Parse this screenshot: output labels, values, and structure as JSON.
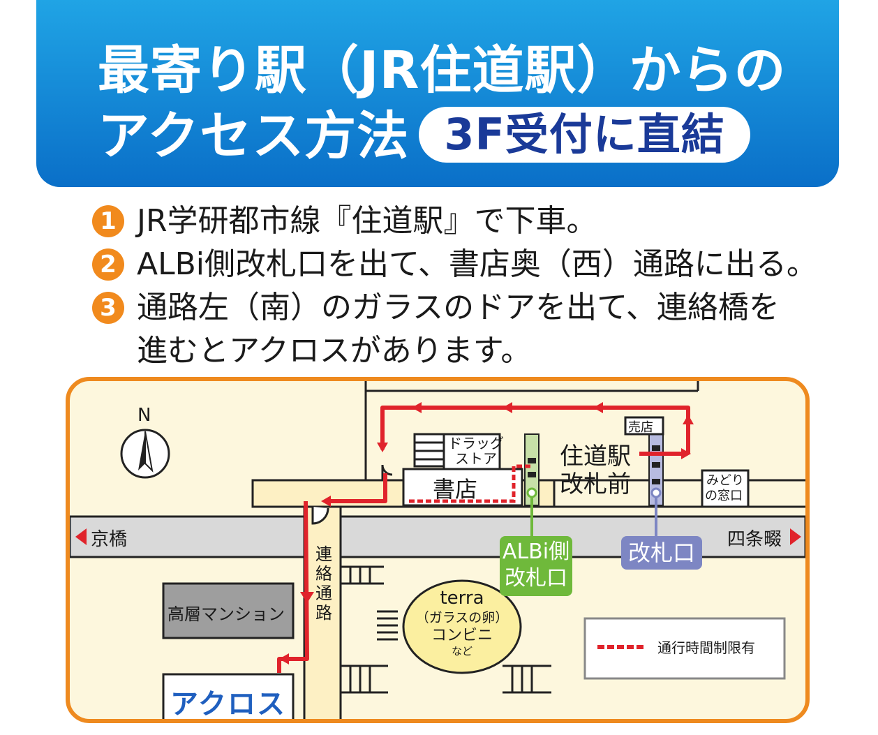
{
  "header": {
    "title_line1": "最寄り駅（JR住道駅）からの",
    "title_line2": "アクセス方法",
    "badge": "3F受付に直結"
  },
  "steps": [
    {
      "num": "1",
      "text": "JR学研都市線『住道駅』で下車。"
    },
    {
      "num": "2",
      "text": "ALBi側改札口を出て、書店奥（西）通路に出る。"
    },
    {
      "num": "3",
      "text": "通路左（南）のガラスのドアを出て、連絡橋を進むとアクロスがあります。"
    }
  ],
  "map": {
    "compass": "N",
    "drugstore_line1": "ドラッグ",
    "drugstore_line2": "ストア",
    "kiosk": "売店",
    "bookstore": "書店",
    "station_line1": "住道駅",
    "station_line2": "改札前",
    "midori_line1": "みどり",
    "midori_line2": "の窓口",
    "left_direction": "京橋",
    "right_direction": "四条畷",
    "albi_gate_line1": "ALBi側",
    "albi_gate_line2": "改札口",
    "gate": "改札口",
    "bridge_chars": [
      "連",
      "絡",
      "通",
      "路"
    ],
    "mansion": "高層マンション",
    "terra_line1": "terra",
    "terra_line2": "（ガラスの卵）",
    "terra_line3": "コンビニ",
    "terra_line4": "など",
    "across": "アクロス",
    "legend": "通行時間制限有"
  },
  "colors": {
    "header_top": "#20a4e5",
    "header_bottom": "#0a6fc8",
    "badge_text": "#1a3a98",
    "step_number": "#f18a1d",
    "map_border": "#ee8a1f",
    "map_ground": "#fdf7dd",
    "route_red": "#e0232b",
    "albi_green": "#6fb93b",
    "gate_purple": "#7d86c3",
    "road_grey": "#d9d9d9",
    "across_blue": "#1f5fbf"
  }
}
